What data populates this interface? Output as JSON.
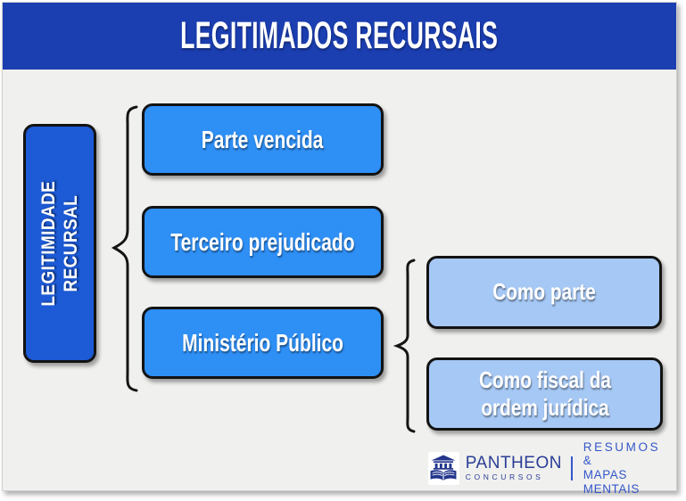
{
  "header": {
    "title": "LEGITIMADOS RECURSAIS"
  },
  "root_box": {
    "line1": "LEGITIMIDADE",
    "line2": "RECURSAL"
  },
  "level1_nodes": [
    {
      "label": "Parte vencida"
    },
    {
      "label": "Terceiro prejudicado"
    },
    {
      "label": "Ministério Público"
    }
  ],
  "level2_nodes": [
    {
      "label": "Como parte"
    },
    {
      "label": "Como fiscal da ordem jurídica"
    }
  ],
  "logo": {
    "brand": "PANTHEON",
    "brand_sub": "CONCURSOS",
    "tag_line1": "RESUMOS &",
    "tag_line2": "MAPAS MENTAIS"
  },
  "colors": {
    "header_bg": "#1b3eb1",
    "root_box_bg": "#1d5ad5",
    "level1_box_bg": "#2e8ff5",
    "level2_box_bg": "#a6c8f5",
    "canvas_bg": "#f0f0ee",
    "border": "#131313",
    "brand_navy": "#2b3e96",
    "tagline_blue": "#3457c9"
  }
}
